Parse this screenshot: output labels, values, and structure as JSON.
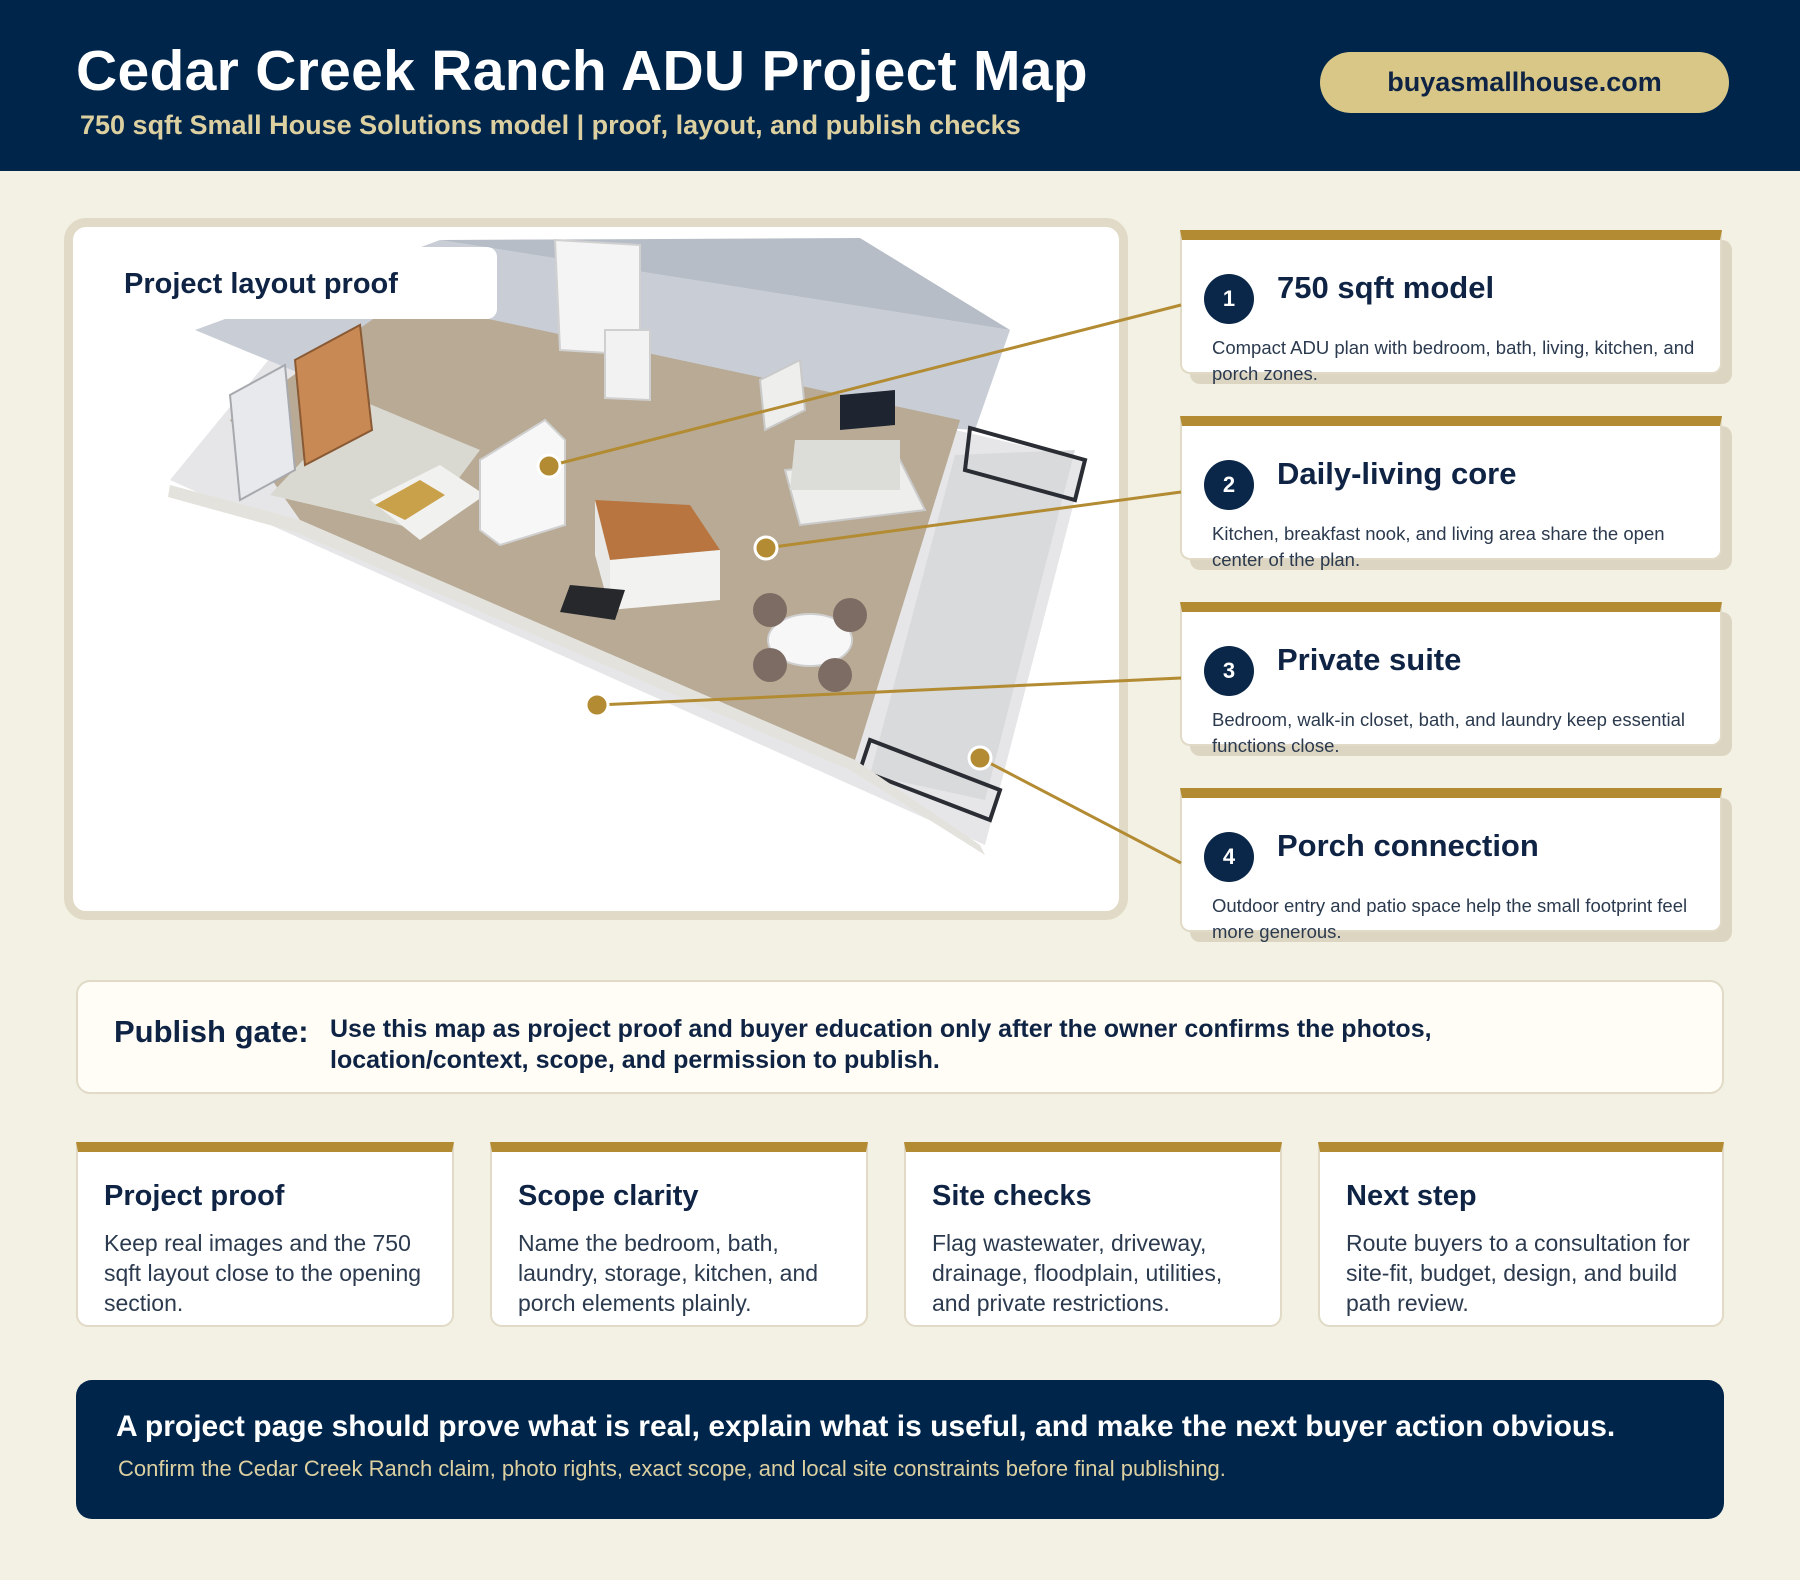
{
  "header": {
    "title": "Cedar Creek Ranch ADU Project Map",
    "subtitle": "750 sqft Small House Solutions model | proof, layout, and publish checks",
    "site": "buyasmallhouse.com"
  },
  "layout_proof": {
    "label": "Project layout proof",
    "image": "3d-floor-plan-render"
  },
  "callouts": [
    {
      "number": "1",
      "title": "750 sqft model",
      "desc": "Compact ADU plan with bedroom, bath, living, kitchen, and porch zones."
    },
    {
      "number": "2",
      "title": "Daily-living core",
      "desc": "Kitchen, breakfast nook, and living area share the open center of the plan."
    },
    {
      "number": "3",
      "title": "Private suite",
      "desc": "Bedroom, walk-in closet, bath, and laundry keep essential functions close."
    },
    {
      "number": "4",
      "title": "Porch connection",
      "desc": "Outdoor entry and patio space help the small footprint feel more generous."
    }
  ],
  "publish_gate": {
    "label": "Publish gate:",
    "text": "Use this map as project proof and buyer education only after the owner confirms the photos, location/context, scope, and permission to publish."
  },
  "checks": [
    {
      "title": "Project proof",
      "desc": "Keep real images and the 750 sqft layout close to the opening section."
    },
    {
      "title": "Scope clarity",
      "desc": "Name the bedroom, bath, laundry, storage, kitchen, and porch elements plainly."
    },
    {
      "title": "Site checks",
      "desc": "Flag wastewater, driveway, drainage, floodplain, utilities, and private restrictions."
    },
    {
      "title": "Next step",
      "desc": "Route buyers to a consultation for site-fit, budget, design, and build path review."
    }
  ],
  "banner": {
    "headline": "A project page should prove what is real, explain what is useful, and make the next buyer action obvious.",
    "subtext": "Confirm the Cedar Creek Ranch claim, photo rights, exact scope, and local site constraints before final publishing."
  },
  "colors": {
    "navy": "#00254b",
    "gold": "#b38b32",
    "pill": "#d8c787",
    "cream": "#f3f0e4"
  }
}
